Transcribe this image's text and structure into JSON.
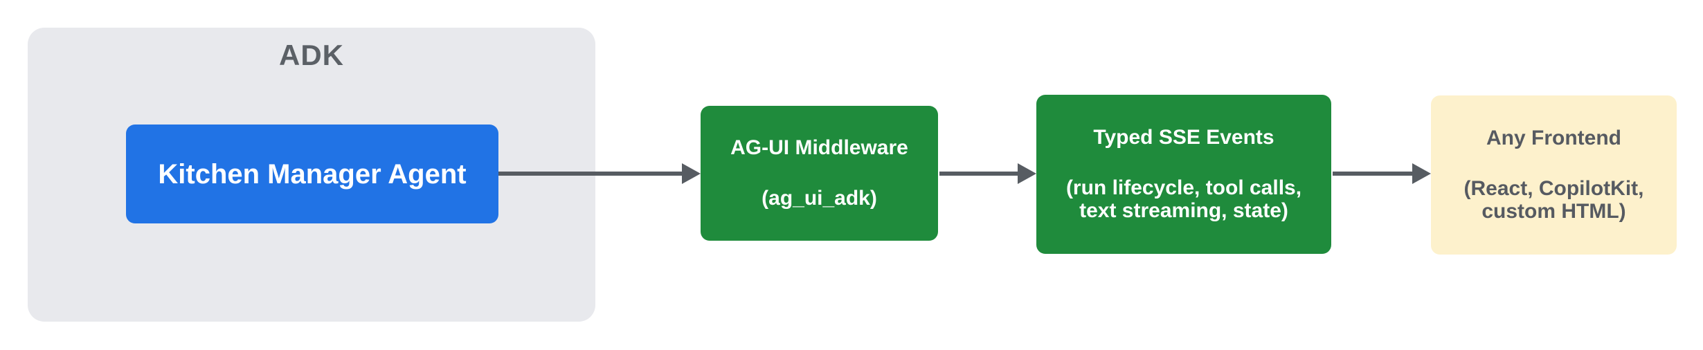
{
  "diagram": {
    "type": "flowchart",
    "direction": "left-to-right",
    "background_color": "#ffffff",
    "arrow_color": "#575c62",
    "group": {
      "label": "ADK",
      "fill": "#e8e9ed",
      "label_color": "#5b6066"
    },
    "nodes": [
      {
        "id": "kitchen-manager-agent",
        "title": "Kitchen Manager Agent",
        "subtitle_lines": [],
        "fill": "#2173e5",
        "text_color": "#ffffff",
        "inside_group": "ADK"
      },
      {
        "id": "ag-ui-middleware",
        "title": "AG-UI Middleware",
        "subtitle_lines": [
          "(ag_ui_adk)"
        ],
        "fill": "#1f8b3c",
        "text_color": "#ffffff"
      },
      {
        "id": "typed-sse-events",
        "title": "Typed SSE Events",
        "subtitle_lines": [
          "(run lifecycle, tool calls,",
          "text streaming, state)"
        ],
        "fill": "#1f8b3c",
        "text_color": "#ffffff"
      },
      {
        "id": "any-frontend",
        "title": "Any Frontend",
        "subtitle_lines": [
          "(React, CopilotKit,",
          "custom HTML)"
        ],
        "fill": "#fdf1cc",
        "text_color": "#565a61"
      }
    ],
    "edges": [
      {
        "from": "kitchen-manager-agent",
        "to": "ag-ui-middleware"
      },
      {
        "from": "ag-ui-middleware",
        "to": "typed-sse-events"
      },
      {
        "from": "typed-sse-events",
        "to": "any-frontend"
      }
    ]
  }
}
